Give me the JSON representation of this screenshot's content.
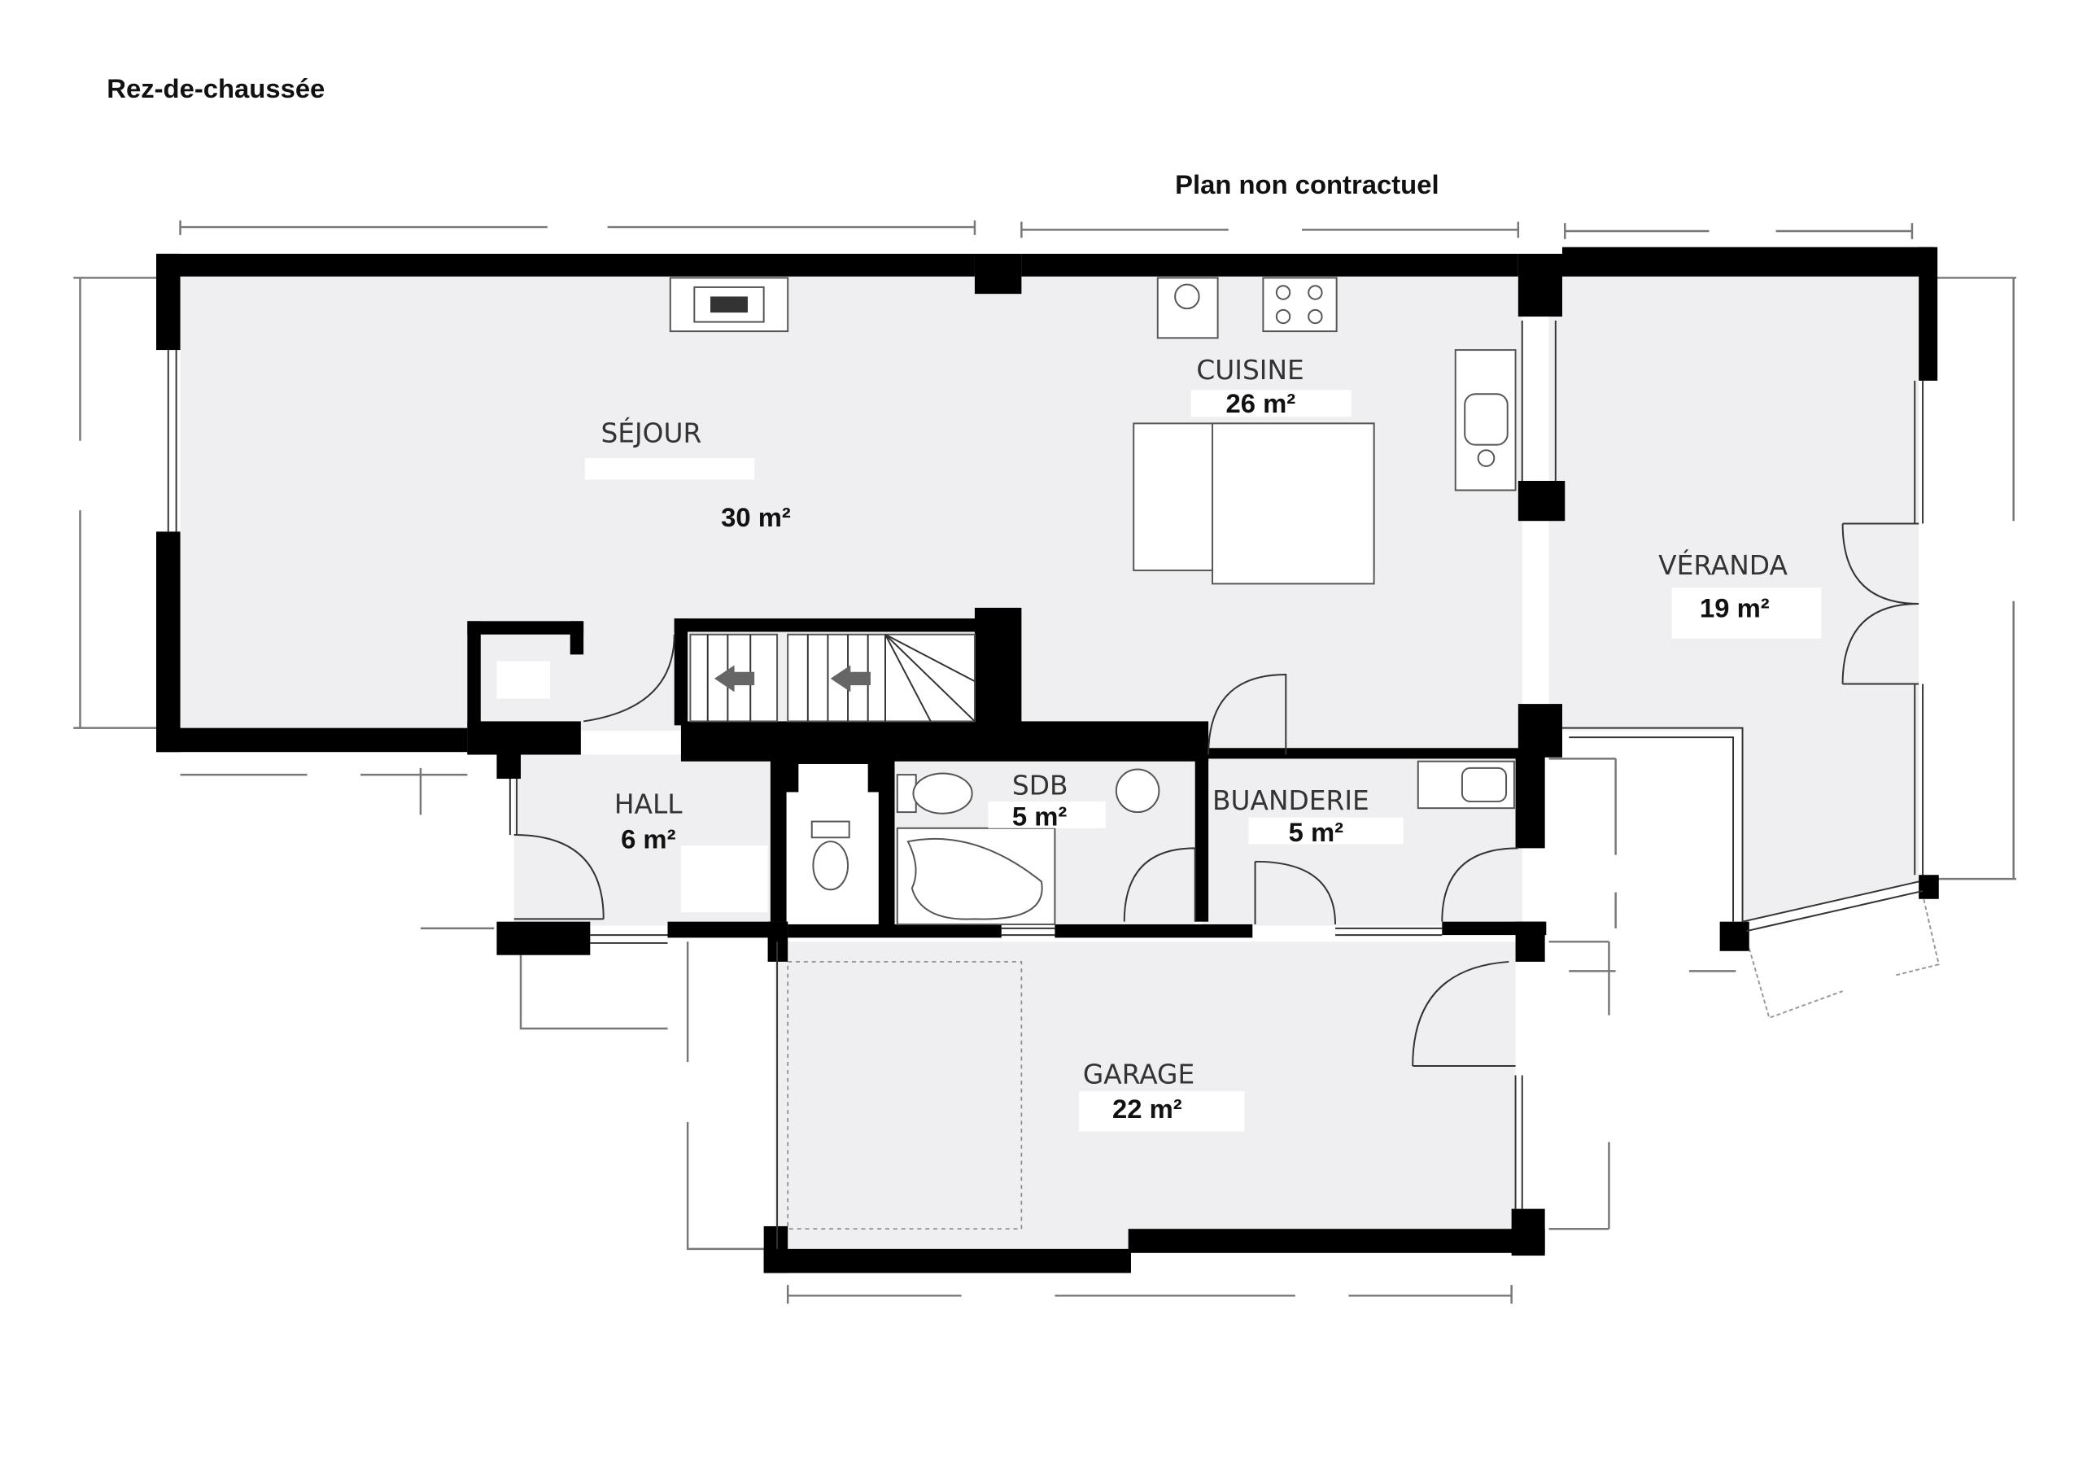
{
  "header": {
    "floor_title": "Rez-de-chaussée",
    "disclaimer": "Plan non contractuel"
  },
  "rooms": [
    {
      "name": "SÉJOUR",
      "area": "30 m²"
    },
    {
      "name": "CUISINE",
      "area": "26 m²"
    },
    {
      "name": "VÉRANDA",
      "area": "19 m²"
    },
    {
      "name": "HALL",
      "area": "6 m²"
    },
    {
      "name": "SDB",
      "area": "5 m²"
    },
    {
      "name": "BUANDERIE",
      "area": "5 m²"
    },
    {
      "name": "GARAGE",
      "area": "22 m²"
    }
  ],
  "colors": {
    "wall": "#000000",
    "floor": "#efeff1",
    "background": "#ffffff"
  }
}
